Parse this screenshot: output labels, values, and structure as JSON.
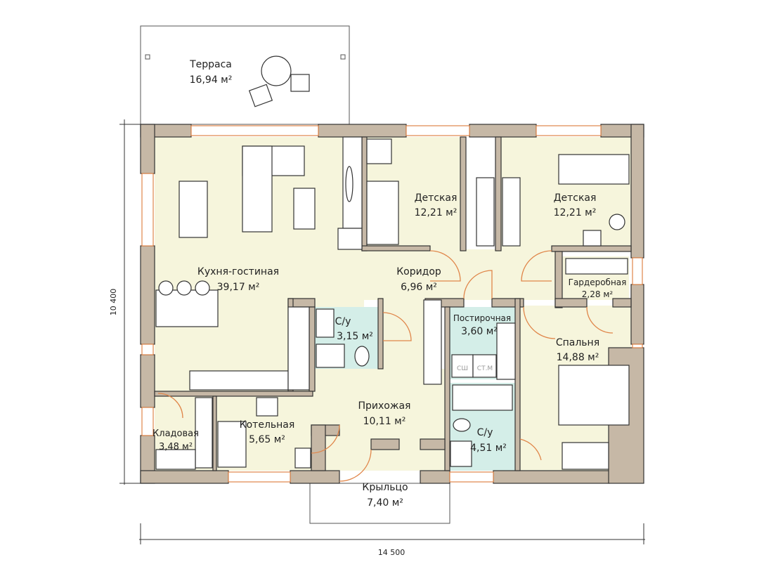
{
  "colors": {
    "wall": "#c6b8a6",
    "room": "#f6f5dc",
    "wet_room": "#d4eee8",
    "window": "#e0864a"
  },
  "rooms": {
    "terrace": {
      "name": "Терраса",
      "area": "16,94 м²"
    },
    "kitchen_living": {
      "name": "Кухня-гостиная",
      "area": "39,17 м²"
    },
    "kids1": {
      "name": "Детская",
      "area": "12,21 м²"
    },
    "kids2": {
      "name": "Детская",
      "area": "12,21 м²"
    },
    "corridor": {
      "name": "Коридор",
      "area": "6,96 м²"
    },
    "wardrobe": {
      "name": "Гардеробная",
      "area": "2,28 м²"
    },
    "wc1": {
      "name": "С/у",
      "area": "3,15 м²"
    },
    "laundry": {
      "name": "Постирочная",
      "area": "3,60 м²"
    },
    "bedroom": {
      "name": "Спальня",
      "area": "14,88 м²"
    },
    "storage": {
      "name": "Кладовая",
      "area": "3,48 м²"
    },
    "boiler": {
      "name": "Котельная",
      "area": "5,65 м²"
    },
    "hall": {
      "name": "Прихожая",
      "area": "10,11 м²"
    },
    "wc2": {
      "name": "С/у",
      "area": "4,51 м²"
    },
    "porch": {
      "name": "Крыльцо",
      "area": "7,40 м²"
    }
  },
  "appliances": {
    "dryer": "СШ",
    "washer": "СТ.М"
  },
  "dimensions": {
    "height": "10 400",
    "width": "14 500"
  }
}
